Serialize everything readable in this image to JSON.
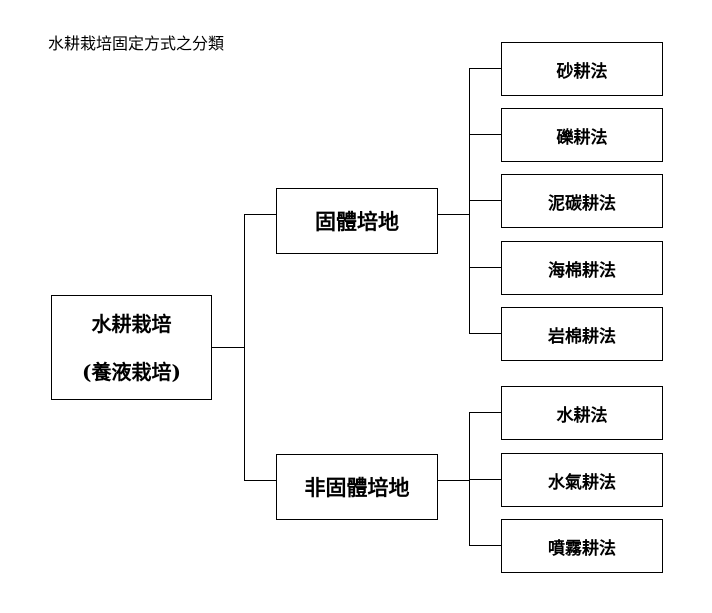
{
  "title": "水耕栽培固定方式之分類",
  "root": {
    "line1": "水耕栽培",
    "line2": "(養液栽培)"
  },
  "branches": [
    {
      "label": "固體培地",
      "children": [
        "砂耕法",
        "礫耕法",
        "泥碳耕法",
        "海棉耕法",
        "岩棉耕法"
      ]
    },
    {
      "label": "非固體培地",
      "children": [
        "水耕法",
        "水氣耕法",
        "噴霧耕法"
      ]
    }
  ],
  "colors": {
    "line": "#000000",
    "box_border": "#000000",
    "background": "#ffffff"
  }
}
